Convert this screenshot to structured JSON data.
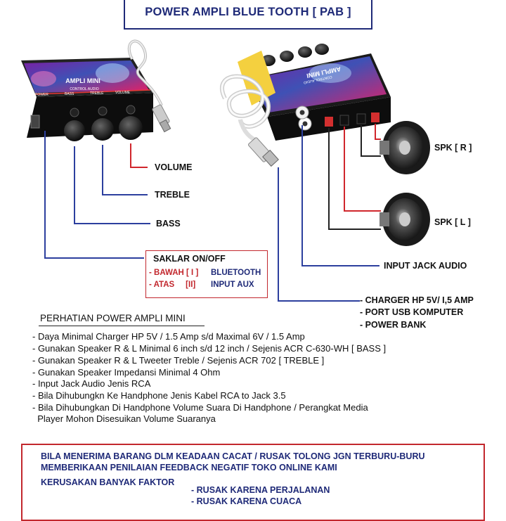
{
  "title": "POWER AMPLI BLUE TOOTH  [ PAB ]",
  "device": {
    "brand": "AMPLI MINI",
    "subtitle": "CONTROL AUDIO",
    "knob_labels": [
      "POWER",
      "BASS",
      "TREBLE",
      "VOLUME"
    ]
  },
  "callouts": {
    "volume": "VOLUME",
    "treble": "TREBLE",
    "bass": "BASS",
    "spk_r": "SPK [ R ]",
    "spk_l": "SPK [ L ]",
    "input_jack": "INPUT JACK AUDIO",
    "power_lines": [
      "- CHARGER HP 5V/ I,5 AMP",
      "- PORT USB KOMPUTER",
      "- POWER BANK"
    ]
  },
  "saklar": {
    "title": "SAKLAR ON/OFF",
    "row1_pre": "- BAWAH [ I ]",
    "row1_val": "BLUETOOTH",
    "row2_pre": "- ATAS     [II]",
    "row2_val": "INPUT AUX"
  },
  "notes": {
    "title": "PERHATIAN POWER AMPLI MINI",
    "items": [
      "- Daya Minimal Charger HP 5V / 1.5 Amp  s/d Maximal 6V / 1.5 Amp",
      "- Gunakan Speaker  R & L  Minimal 6 inch s/d 12 inch / Sejenis ACR C-630-WH  [  BASS ]",
      "- Gunakan Speaker  R & L  Tweeter Treble / Sejenis ACR 702    [ TREBLE ]",
      "- Gunakan Speaker  Impedansi  Minimal 4 Ohm",
      "- Input Jack Audio Jenis RCA",
      "- Bila Dihubungkn Ke Handphone Jenis Kabel  RCA to Jack 3.5",
      "- Bila Dihubungkan Di Handphone Volume Suara Di Handphone / Perangkat Media",
      "  Player Mohon Disesuikan Volume Suaranya"
    ]
  },
  "warning": {
    "line1": "BILA MENERIMA BARANG DLM  KEADAAN CACAT /  RUSAK  TOLONG  JGN  TERBURU-BURU",
    "line2": "MEMBERIKAAN PENILAIAN  FEEDBACK NEGATIF  TOKO ONLINE KAMI",
    "line3": "KERUSAKAN  BANYAK FAKTOR",
    "items": [
      "- RUSAK KARENA PERJALANAN",
      "- RUSAK KARENA CUACA"
    ]
  },
  "colors": {
    "navy": "#1f2a78",
    "red": "#c2272d",
    "lead_blue": "#2c3f9e",
    "lead_red": "#d0262c"
  }
}
